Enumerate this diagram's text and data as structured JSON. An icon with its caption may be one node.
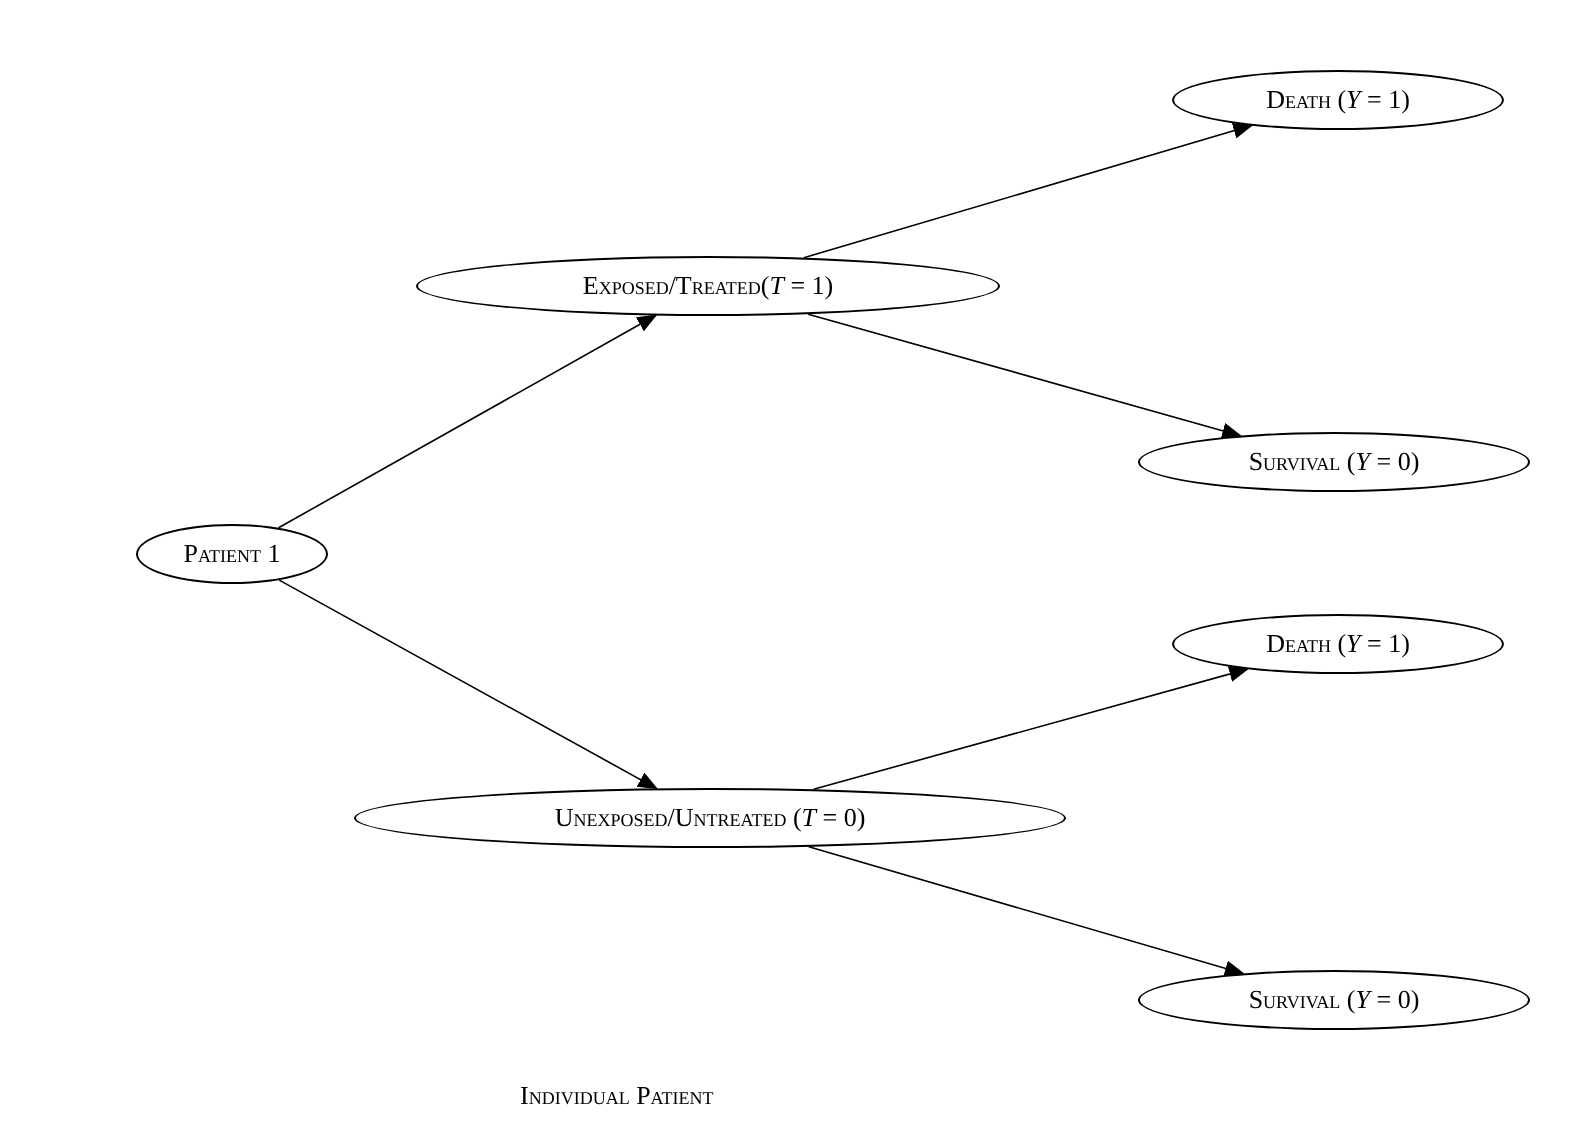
{
  "diagram": {
    "caption": "Individual Patient",
    "nodes": [
      {
        "text": [
          "Patient 1"
        ]
      },
      {
        "text": [
          "Exposed/Treated(*T* = 1)"
        ]
      },
      {
        "text": [
          "Unexposed/Untreated (*T* = 0)"
        ]
      },
      {
        "text": [
          "Death (*Y* = 1)"
        ]
      },
      {
        "text": [
          "Survival (*Y* = 0)"
        ]
      },
      {
        "text": [
          "Death (*Y* = 1)"
        ]
      },
      {
        "text": [
          "Survival (*Y* = 0)"
        ]
      }
    ],
    "edges": [
      {
        "from": 0,
        "to": 1,
        "arrow": "to"
      },
      {
        "from": 0,
        "to": 2,
        "arrow": "to"
      },
      {
        "from": 1,
        "to": 3,
        "arrow": "to"
      },
      {
        "from": 1,
        "to": 4,
        "arrow": "to"
      },
      {
        "from": 2,
        "to": 5,
        "arrow": "to"
      },
      {
        "from": 2,
        "to": 6,
        "arrow": "to"
      }
    ]
  }
}
